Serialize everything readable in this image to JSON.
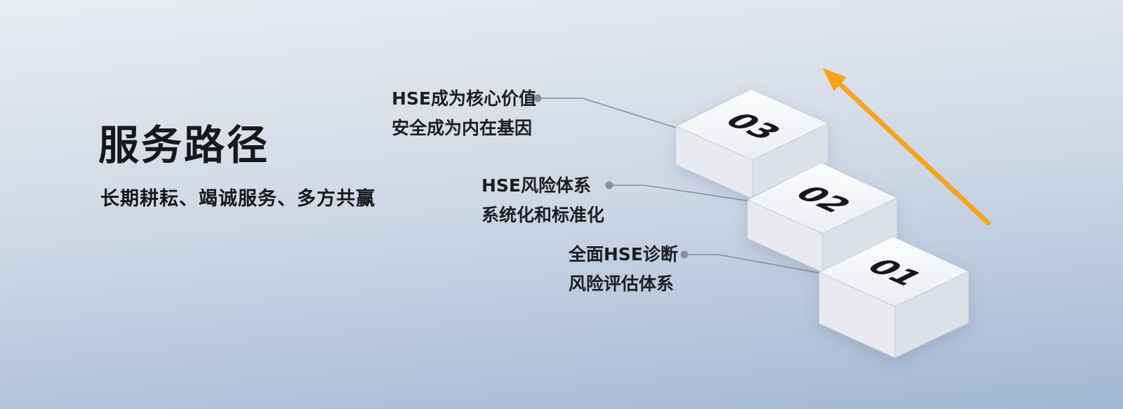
{
  "page": {
    "title": "服务路径",
    "subtitle": "长期耕耘、竭诚服务、多方共赢"
  },
  "steps": [
    {
      "number": "03",
      "label_line1": "HSE成为核心价值",
      "label_line2": "安全成为内在基因"
    },
    {
      "number": "02",
      "label_line1": "HSE风险体系",
      "label_line2": "系统化和标准化"
    },
    {
      "number": "01",
      "label_line1": "全面HSE诊断",
      "label_line2": "风险评估体系"
    }
  ],
  "icons": {
    "arrow": "growth-arrow",
    "connector_dot": "connector-dot"
  },
  "colors": {
    "accent_arrow": "#F6A41D",
    "connector": "#8A909B",
    "text": "#17181C",
    "background_top": "#EAECF1",
    "background_bottom": "#A3B7D4",
    "step_face": "#F5F6F9"
  }
}
